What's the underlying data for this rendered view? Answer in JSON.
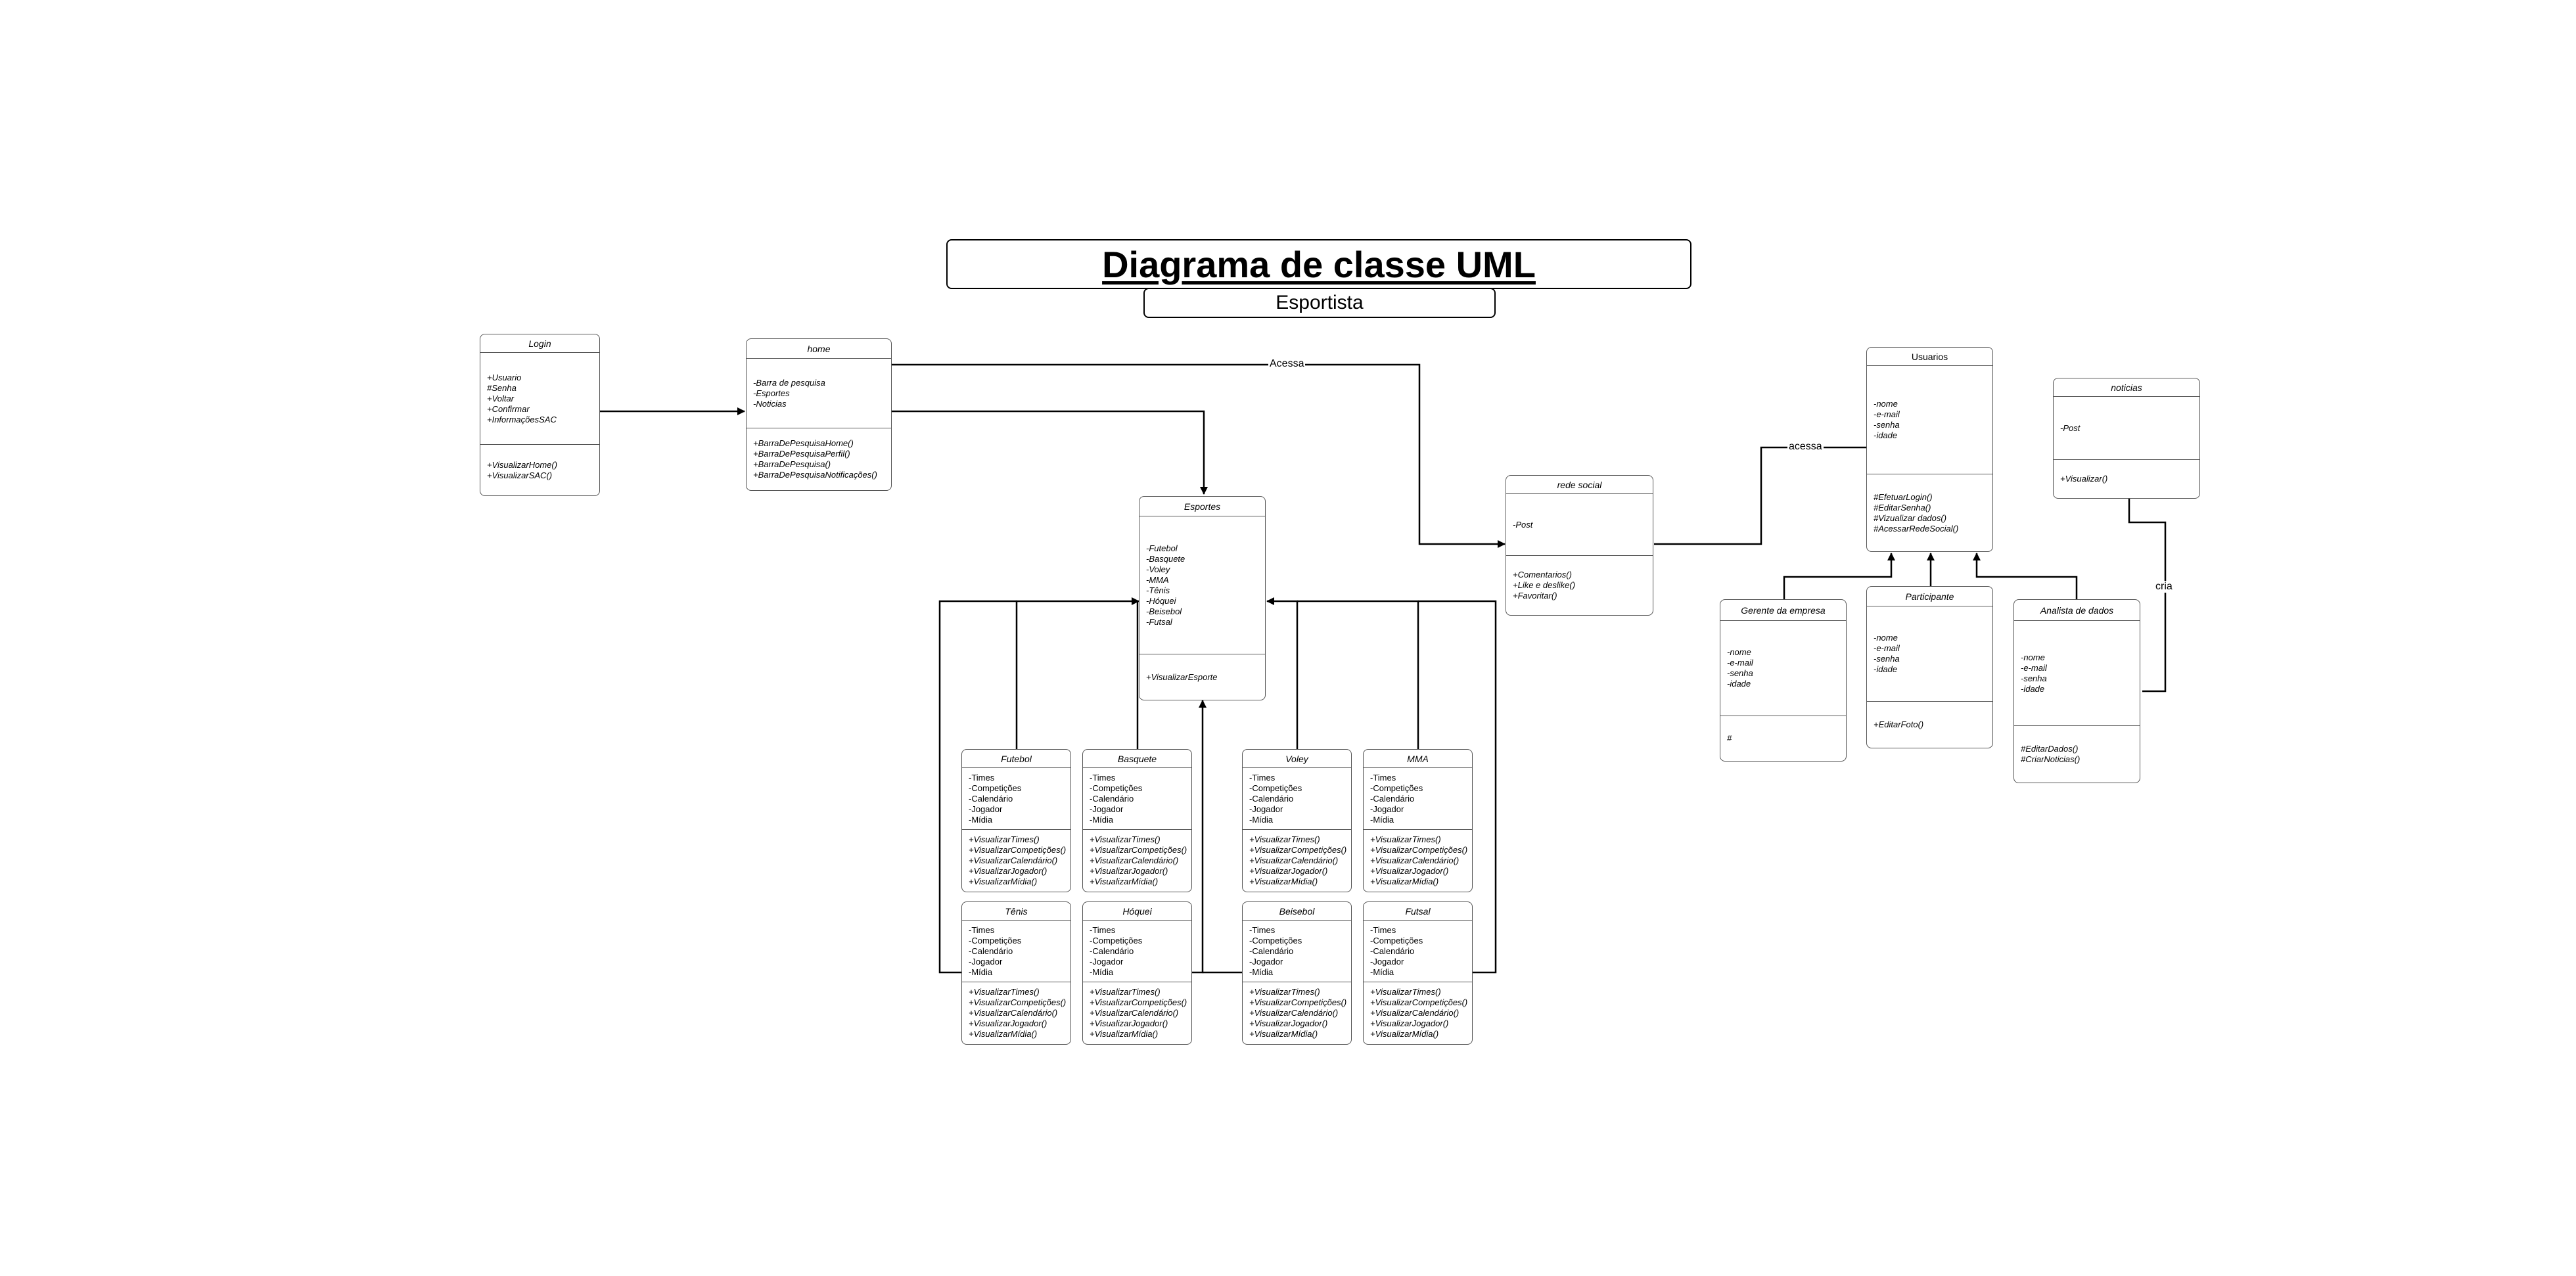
{
  "title": "Diagrama de classe UML",
  "subtitle": "Esportista",
  "connector_labels": {
    "acessa_home": "Acessa",
    "acessa_rede": "acessa",
    "cria": "cria"
  },
  "classes": {
    "login": {
      "name": "Login",
      "attributes": [
        "+Usuario",
        "#Senha",
        "+Voltar",
        "+Confirmar",
        "+InformaçõesSAC"
      ],
      "methods": [
        "+VisualizarHome()",
        "+VisualizarSAC()"
      ]
    },
    "home": {
      "name": "home",
      "attributes": [
        "-Barra de pesquisa",
        "-Esportes",
        "-Noticias"
      ],
      "methods": [
        "+BarraDePesquisaHome()",
        "+BarraDePesquisaPerfil()",
        "+BarraDePesquisa()",
        "+BarraDePesquisaNotificações()"
      ]
    },
    "esportes": {
      "name": "Esportes",
      "attributes": [
        "-Futebol",
        "-Basquete",
        "-Voley",
        "-MMA",
        "-Tênis",
        "-Hóquei",
        "-Beisebol",
        "-Futsal"
      ],
      "methods": [
        "+VisualizarEsporte"
      ]
    },
    "rede_social": {
      "name": "rede social",
      "attributes": [
        "-Post"
      ],
      "methods": [
        "+Comentarios()",
        "+Like e deslike()",
        "+Favoritar()"
      ]
    },
    "usuarios": {
      "name": "Usuarios",
      "attributes": [
        "-nome",
        "-e-mail",
        "-senha",
        "-idade"
      ],
      "methods": [
        "#EfetuarLogin()",
        "#EditarSenha()",
        "#Vizualizar dados()",
        "#AcessarRedeSocial()"
      ]
    },
    "noticias": {
      "name": "noticias",
      "attributes": [
        "-Post"
      ],
      "methods": [
        "+Visualizar()"
      ]
    },
    "gerente": {
      "name": "Gerente da empresa",
      "attributes": [
        "-nome",
        "-e-mail",
        "-senha",
        "-idade"
      ],
      "methods": [
        "#"
      ]
    },
    "participante": {
      "name": "Participante",
      "attributes": [
        "-nome",
        "-e-mail",
        "-senha",
        "-idade"
      ],
      "methods": [
        "+EditarFoto()"
      ]
    },
    "analista": {
      "name": "Analista de dados",
      "attributes": [
        "-nome",
        "-e-mail",
        "-senha",
        "-idade"
      ],
      "methods": [
        "#EditarDados()",
        "#CriarNoticias()"
      ]
    },
    "futebol": {
      "name": "Futebol",
      "attributes": [
        "-Times",
        "-Competições",
        "-Calendário",
        "-Jogador",
        "-Mídia"
      ],
      "methods": [
        "+VisualizarTimes()",
        "+VisualizarCompetições()",
        "+VisualizarCalendário()",
        "+VisualizarJogador()",
        "+VisualizarMídia()"
      ]
    },
    "basquete": {
      "name": "Basquete",
      "attributes": [
        "-Times",
        "-Competições",
        "-Calendário",
        "-Jogador",
        "-Mídia"
      ],
      "methods": [
        "+VisualizarTimes()",
        "+VisualizarCompetições()",
        "+VisualizarCalendário()",
        "+VisualizarJogador()",
        "+VisualizarMídia()"
      ]
    },
    "voley": {
      "name": "Voley",
      "attributes": [
        "-Times",
        "-Competições",
        "-Calendário",
        "-Jogador",
        "-Mídia"
      ],
      "methods": [
        "+VisualizarTimes()",
        "+VisualizarCompetições()",
        "+VisualizarCalendário()",
        "+VisualizarJogador()",
        "+VisualizarMídia()"
      ]
    },
    "mma": {
      "name": "MMA",
      "attributes": [
        "-Times",
        "-Competições",
        "-Calendário",
        "-Jogador",
        "-Mídia"
      ],
      "methods": [
        "+VisualizarTimes()",
        "+VisualizarCompetições()",
        "+VisualizarCalendário()",
        "+VisualizarJogador()",
        "+VisualizarMídia()"
      ]
    },
    "tenis": {
      "name": "Tênis",
      "attributes": [
        "-Times",
        "-Competições",
        "-Calendário",
        "-Jogador",
        "-Mídia"
      ],
      "methods": [
        "+VisualizarTimes()",
        "+VisualizarCompetições()",
        "+VisualizarCalendário()",
        "+VisualizarJogador()",
        "+VisualizarMídia()"
      ]
    },
    "hoquei": {
      "name": "Hóquei",
      "attributes": [
        "-Times",
        "-Competições",
        "-Calendário",
        "-Jogador",
        "-Mídia"
      ],
      "methods": [
        "+VisualizarTimes()",
        "+VisualizarCompetições()",
        "+VisualizarCalendário()",
        "+VisualizarJogador()",
        "+VisualizarMídia()"
      ]
    },
    "beisebol": {
      "name": "Beisebol",
      "attributes": [
        "-Times",
        "-Competições",
        "-Calendário",
        "-Jogador",
        "-Mídia"
      ],
      "methods": [
        "+VisualizarTimes()",
        "+VisualizarCompetições()",
        "+VisualizarCalendário()",
        "+VisualizarJogador()",
        "+VisualizarMídia()"
      ]
    },
    "futsal": {
      "name": "Futsal",
      "attributes": [
        "-Times",
        "-Competições",
        "-Calendário",
        "-Jogador",
        "-Mídia"
      ],
      "methods": [
        "+VisualizarTimes()",
        "+VisualizarCompetições()",
        "+VisualizarCalendário()",
        "+VisualizarJogador()",
        "+VisualizarMídia()"
      ]
    }
  }
}
